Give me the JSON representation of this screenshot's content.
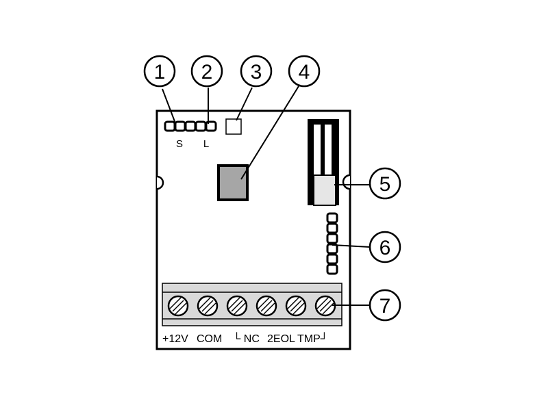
{
  "callouts": [
    "1",
    "2",
    "3",
    "4",
    "5",
    "6",
    "7"
  ],
  "jumper_labels": {
    "s": "S",
    "l": "L"
  },
  "terminal_labels": {
    "plus_12v": "+12V",
    "com": "COM",
    "nc": "└ NC",
    "eol": "2EOL",
    "tmp": "TMP┘"
  },
  "colors": {
    "line": "#000000",
    "paper": "#ffffff",
    "chip": "#a6a6a6",
    "terminal": "#d9d9d9",
    "reed": "#e6e6e6"
  }
}
